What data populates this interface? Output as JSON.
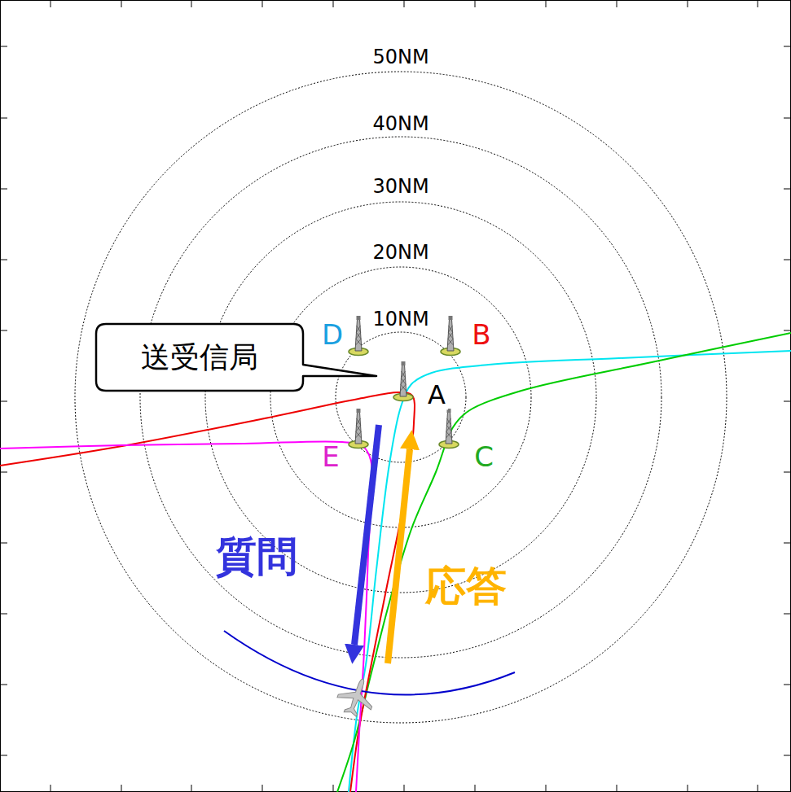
{
  "diagram": {
    "nodes": [
      {
        "text": [
          "送受信局"
        ]
      }
    ],
    "labels": [
      "50NM",
      "40NM",
      "30NM",
      "20NM",
      "10NM",
      "D",
      "B",
      "A",
      "E",
      "C",
      "質問",
      "応答"
    ]
  }
}
